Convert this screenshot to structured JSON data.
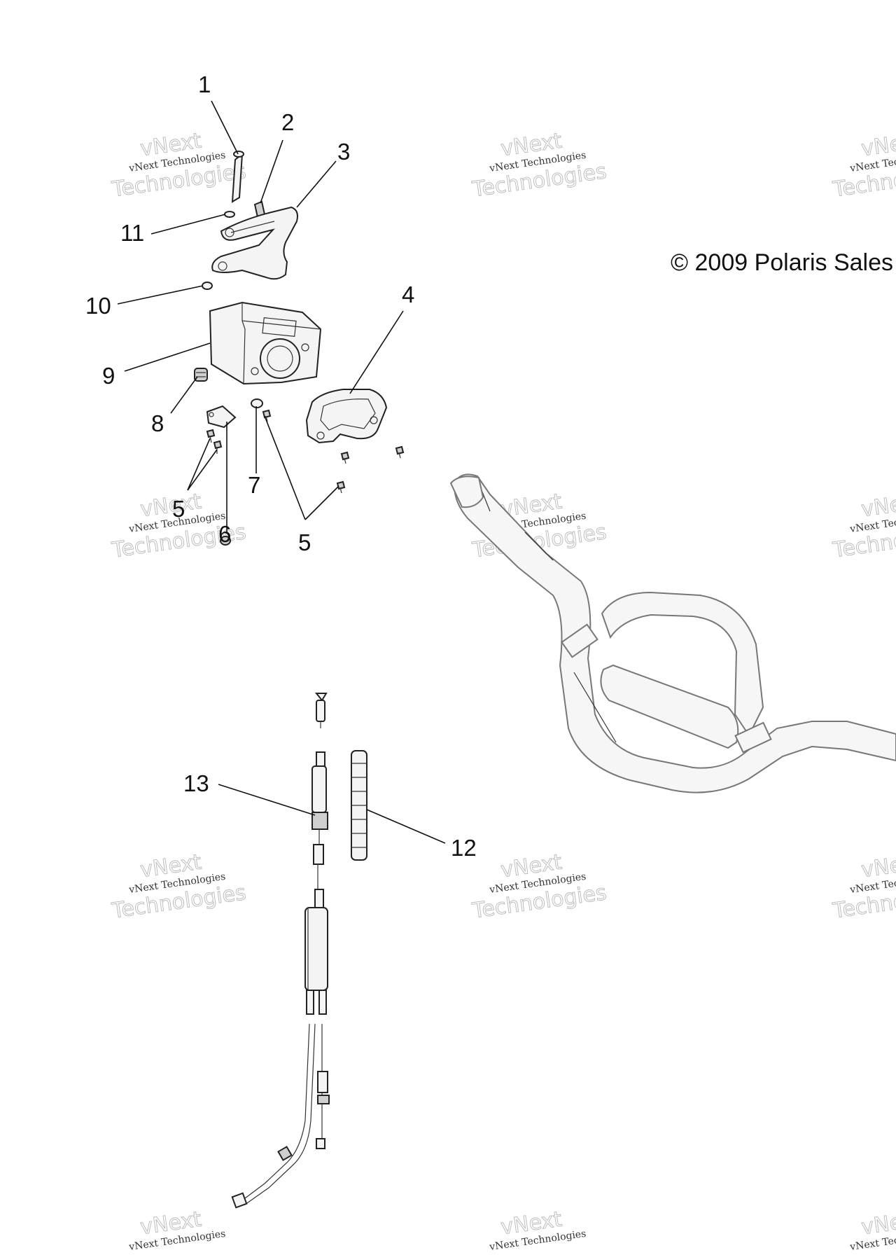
{
  "copyright": "© 2009 Polaris Sales",
  "watermark": {
    "line1": "vNext Technologies",
    "line2": "Technologies",
    "big": "vNext"
  },
  "callouts": {
    "c1": "1",
    "c2": "2",
    "c3": "3",
    "c4": "4",
    "c5a": "5",
    "c5b": "5",
    "c6": "6",
    "c7": "7",
    "c8": "8",
    "c9": "9",
    "c10": "10",
    "c11": "11",
    "c12": "12",
    "c13": "13"
  }
}
